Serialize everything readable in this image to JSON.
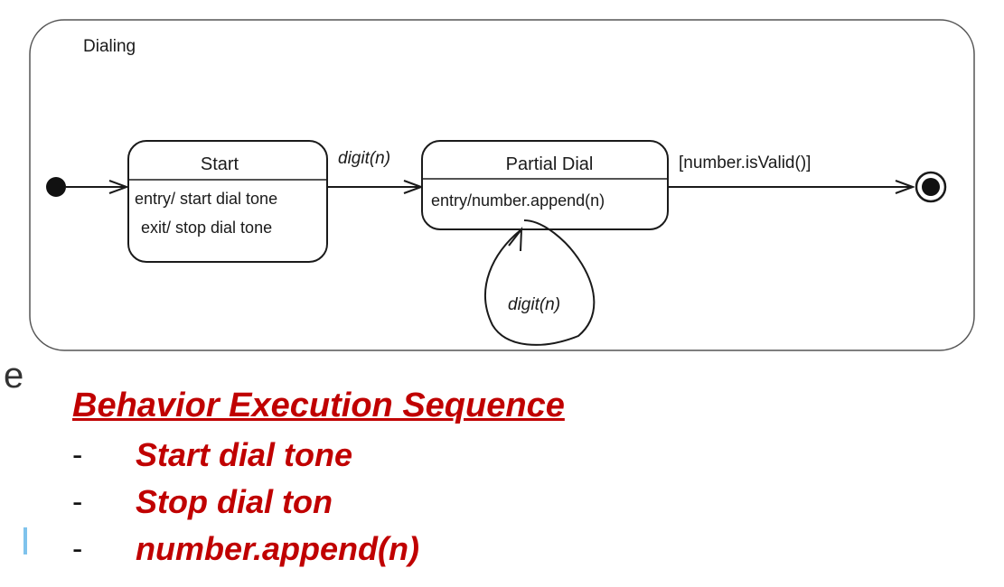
{
  "diagram": {
    "frame_label": "Dialing",
    "states": [
      {
        "name": "Start",
        "actions": [
          "entry/ start dial tone",
          "exit/ stop dial tone"
        ]
      },
      {
        "name": "Partial Dial",
        "actions": [
          "entry/number.append(n)"
        ]
      }
    ],
    "transitions": {
      "start_to_partial": "digit(n)",
      "self_loop": "digit(n)",
      "partial_to_final": "[number.isValid()]"
    }
  },
  "sequence": {
    "heading": "Behavior Execution Sequence",
    "items": [
      {
        "dash": "-",
        "text": "Start dial tone"
      },
      {
        "dash": "-",
        "text": "Stop dial ton"
      },
      {
        "dash": "-",
        "text": "number.append(n)"
      }
    ]
  },
  "fragments": {
    "left_letter": "e"
  },
  "colors": {
    "accent": "#c00000",
    "line": "#1a1a1a",
    "frame_border": "#555555",
    "fragment_bar": "#7fc3ec"
  }
}
